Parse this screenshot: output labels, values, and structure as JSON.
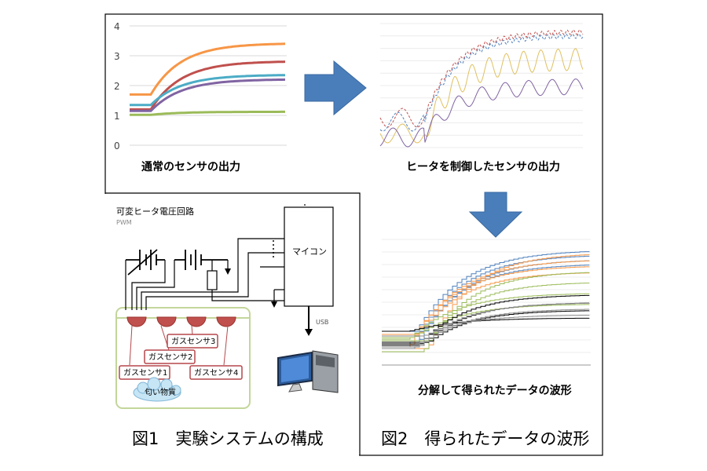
{
  "top_left_chart": {
    "caption": "通常のセンサの出力",
    "y_ticks": [
      "4",
      "3",
      "2",
      "1",
      "0"
    ],
    "ylim": [
      0,
      4
    ],
    "series": [
      {
        "color": "#f79646",
        "start": 1.7,
        "end": 3.4
      },
      {
        "color": "#c0504d",
        "start": 1.2,
        "end": 2.8
      },
      {
        "color": "#4bacc6",
        "start": 1.35,
        "end": 2.35
      },
      {
        "color": "#8064a2",
        "start": 1.15,
        "end": 2.2
      },
      {
        "color": "#9bbb59",
        "start": 1.02,
        "end": 1.12
      }
    ]
  },
  "top_right_chart": {
    "caption": "ヒータを制御したセンサの出力"
  },
  "bottom_right_chart": {
    "caption": "分解して得られたデータの波形"
  },
  "circuit": {
    "title": "可変ヒータ電圧回路",
    "subtitle": "PWM",
    "mcu_label": "マイコン",
    "usb_label": "USB",
    "sensors": [
      "ガスセンサ3",
      "ガスセンサ2",
      "ガスセンサ1",
      "ガスセンサ4"
    ],
    "odor_label": "匂い物質"
  },
  "fig1_caption": "図1　実験システムの構成",
  "fig2_caption": "図2　得られたデータの波形",
  "colors": {
    "arrow": "#4a7ebb",
    "sensor": "#c0504d",
    "board_green": "#c3d69b"
  }
}
